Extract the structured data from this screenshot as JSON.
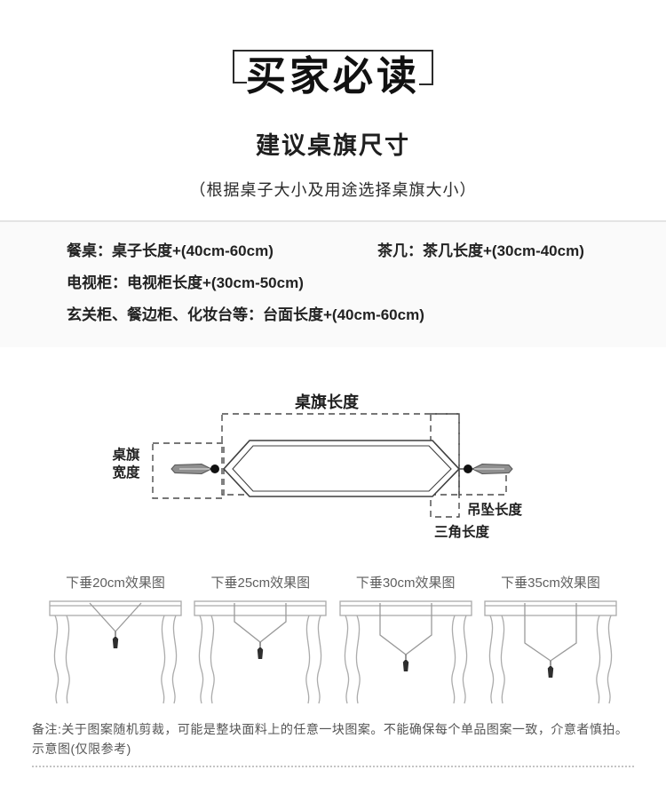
{
  "header": {
    "title": "买家必读",
    "subtitle": "建议桌旗尺寸",
    "subtitle_note": "（根据桌子大小及用途选择桌旗大小）"
  },
  "size_guide": {
    "rows": [
      [
        "餐桌：桌子长度+(40cm-60cm)",
        "茶几：茶几长度+(30cm-40cm)"
      ],
      [
        "电视柜：电视柜长度+(30cm-50cm)"
      ],
      [
        "玄关柜、餐边柜、化妆台等：台面长度+(40cm-60cm)"
      ]
    ]
  },
  "diagram": {
    "labels": {
      "runner_length": "桌旗长度",
      "runner_width_line1": "桌旗",
      "runner_width_line2": "宽度",
      "pendant_length": "吊坠长度",
      "triangle_length": "三角长度"
    }
  },
  "figures": [
    {
      "label": "下垂20cm效果图"
    },
    {
      "label": "下垂25cm效果图"
    },
    {
      "label": "下垂30cm效果图"
    },
    {
      "label": "下垂35cm效果图"
    }
  ],
  "footer": {
    "note": "备注:关于图案随机剪裁，可能是整块面料上的任意一块图案。不能确保每个单品图案一致，介意者慎拍。示意图(仅限参考)"
  },
  "colors": {
    "title_border": "#2b2b2b",
    "section_divider": "#e4e4e4",
    "section_bg": "#fafafa",
    "diagram_line": "#3f3f3f",
    "table_line": "#ababab",
    "text_primary": "#222222",
    "text_secondary": "#555555"
  }
}
